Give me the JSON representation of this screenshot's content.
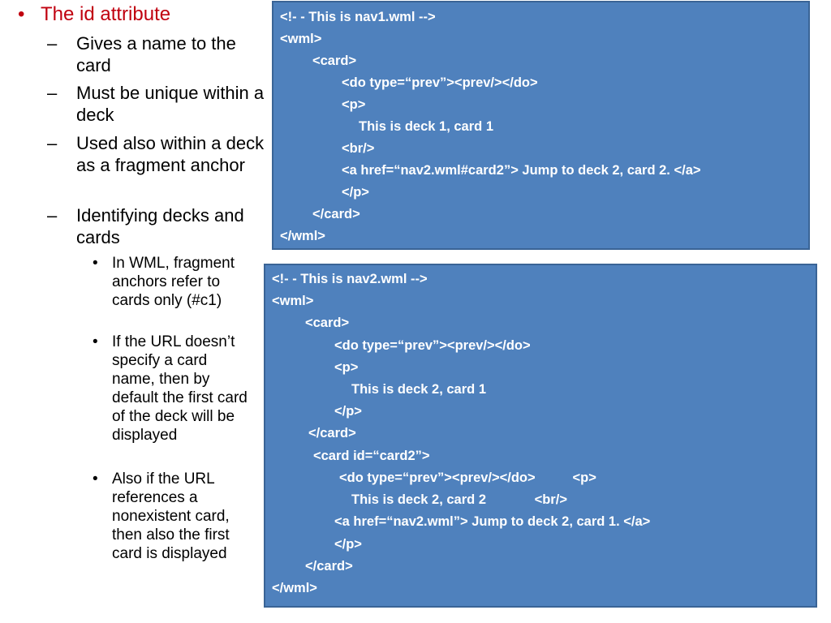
{
  "left": {
    "heading": "The id attribute",
    "bullets": [
      {
        "text": "Gives a name to the card"
      },
      {
        "text": "Must be unique within a deck"
      },
      {
        "text": "Used also within a deck as a fragment anchor"
      },
      {
        "text": "Identifying decks and cards"
      }
    ],
    "subbullets": [
      {
        "text": "In WML, fragment anchors refer to cards only (#c1)"
      },
      {
        "text": "If the URL doesn’t specify a card name, then by default the first card of the deck will be displayed"
      },
      {
        "text": "Also if the URL references a nonexistent card, then also the first card is displayed"
      }
    ]
  },
  "code1": [
    "<!- - This is nav1.wml -->",
    "<wml>",
    "<card>",
    "<do type=“prev”><prev/></do>",
    "<p>",
    "This is deck 1, card 1",
    "<br/>",
    "<a href=“nav2.wml#card2”> Jump to deck 2, card 2. </a>",
    "</p>",
    "</card>",
    "</wml>"
  ],
  "code2": [
    "<!- - This is nav2.wml -->",
    "<wml>",
    "<card>",
    "<do type=“prev”><prev/></do>",
    "<p>",
    "This is deck 2, card 1",
    "</p>",
    "</card>",
    "<card id=“card2”>",
    "<do type=“prev”><prev/></do>          <p>",
    "This is deck 2, card 2             <br/>",
    "<a href=“nav2.wml”> Jump to deck 2, card 1. </a>",
    "</p>",
    "</card>",
    "</wml>"
  ],
  "colors": {
    "heading": "#c0000f",
    "codebox_bg": "#4f81bd",
    "code_text": "#ffffff"
  }
}
